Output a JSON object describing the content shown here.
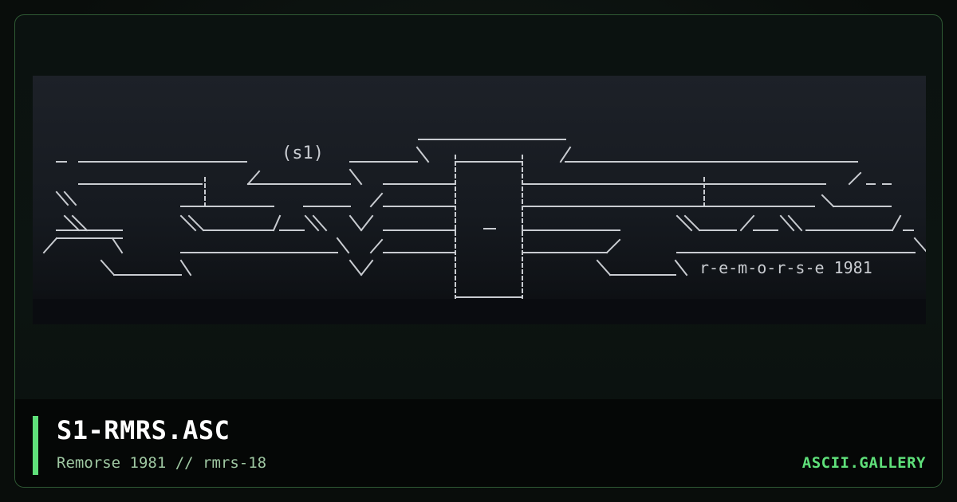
{
  "artwork": {
    "tag": "(s1)",
    "signature": "r-e-m-o-r-s-e 1981"
  },
  "card": {
    "title": "S1-RMRS.ASC",
    "subtitle": "Remorse 1981 // rmrs-18",
    "brand": "ASCII.GALLERY"
  },
  "colors": {
    "accent": "#5fe07a",
    "frame_border": "#2f5a34",
    "subtitle_text": "#9fc8a2",
    "ascii_text": "#c9ccd1"
  }
}
